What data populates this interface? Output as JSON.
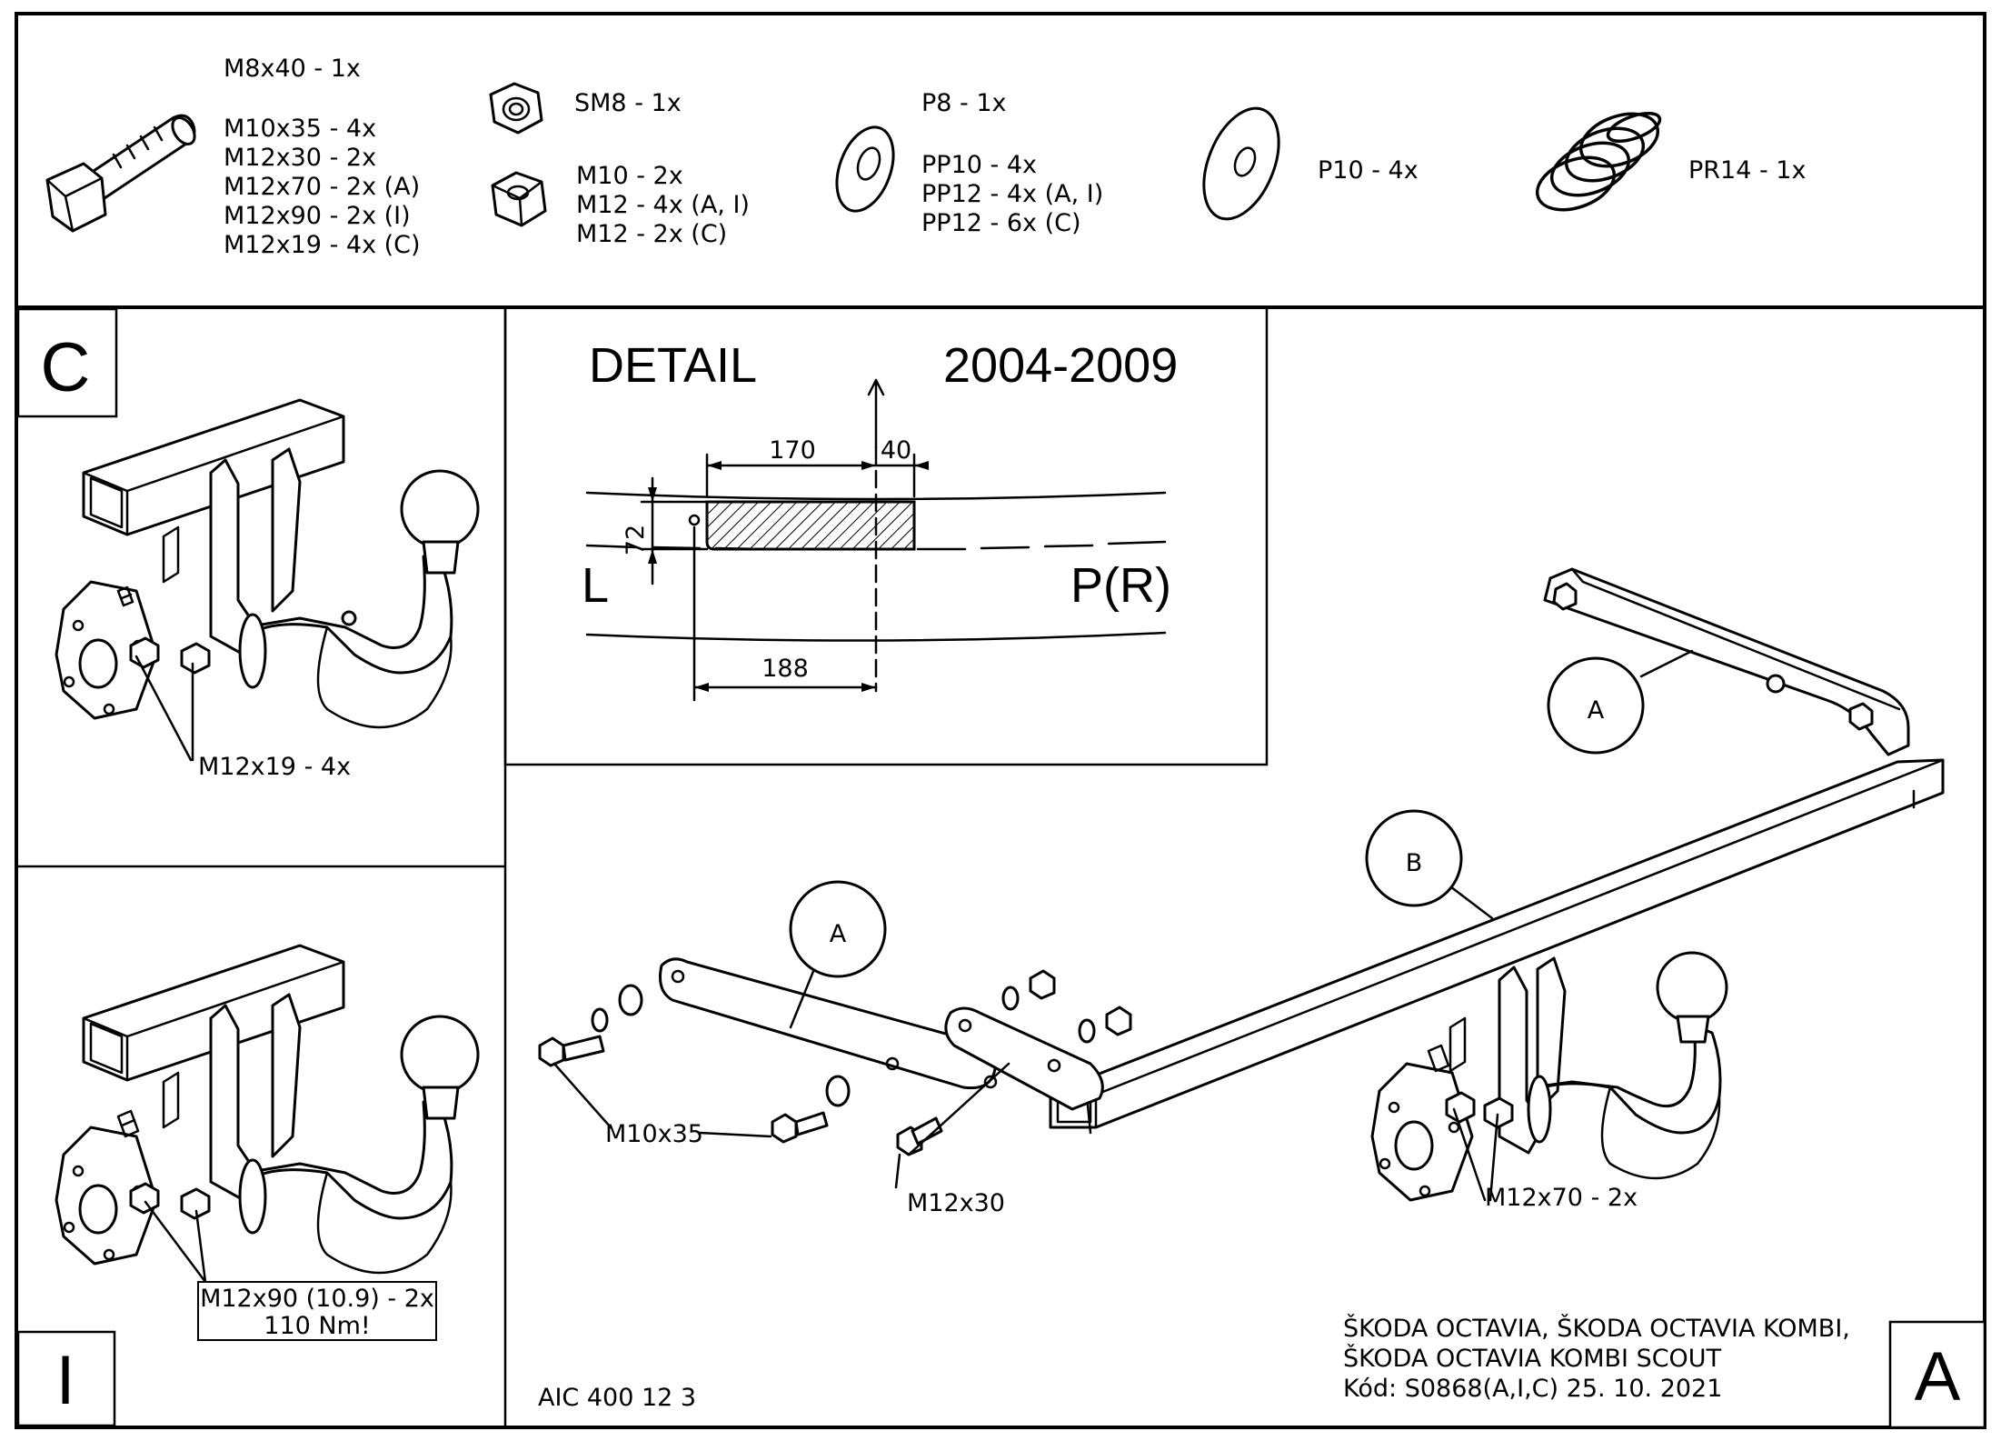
{
  "parts": {
    "bolts": [
      "M8x40 - 1x",
      "M10x35 - 4x",
      "M12x30 - 2x",
      "M12x70 - 2x (A)",
      "M12x90 - 2x (I)",
      "M12x19 - 4x (C)"
    ],
    "nut_sm8": "SM8 - 1x",
    "nuts": [
      "M10 - 2x",
      "M12 - 4x (A, I)",
      "M12 - 2x (C)"
    ],
    "washer_p8": "P8 - 1x",
    "washers_pp": [
      "PP10 - 4x",
      "PP12 - 4x (A, I)",
      "PP12 - 6x (C)"
    ],
    "washer_p10": "P10 - 4x",
    "spring_washer": "PR14 - 1x"
  },
  "panel_c": {
    "letter": "C",
    "bolt_label": "M12x19 - 4x"
  },
  "panel_i": {
    "letter": "I",
    "bolt_label": "M12x90 (10.9) - 2x",
    "torque_label": "110 Nm!"
  },
  "detail": {
    "title": "DETAIL",
    "years": "2004-2009",
    "dim_width": "170",
    "dim_offset": "40",
    "dim_height": "72",
    "dim_bottom": "188",
    "side_left": "L",
    "side_right": "P(R)"
  },
  "main": {
    "callout_a": "A",
    "callout_b": "B",
    "label_m10x35": "M10x35",
    "label_m12x30": "M12x30",
    "label_m12x70": "M12x70 - 2x",
    "code": "AIC 400 12 3",
    "vehicle_line1": "ŠKODA OCTAVIA, ŠKODA OCTAVIA KOMBI,",
    "vehicle_line2": "ŠKODA OCTAVIA KOMBI SCOUT",
    "vehicle_line3": "Kód: S0868(A,I,C)  25. 10. 2021",
    "letter": "A"
  }
}
